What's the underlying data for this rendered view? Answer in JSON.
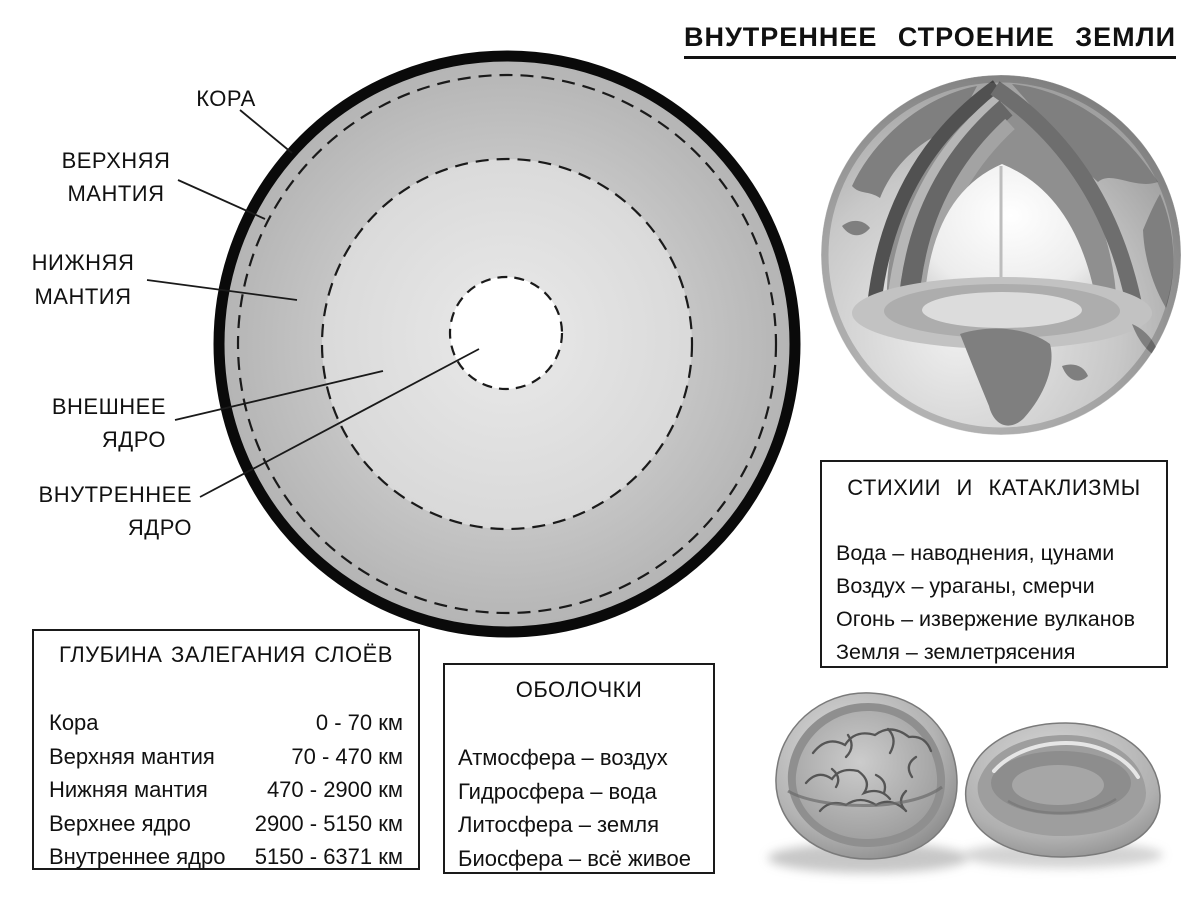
{
  "title": "ВНУТРЕННЕЕ СТРОЕНИЕ ЗЕМЛИ",
  "diagram": {
    "labels": {
      "crust": "КОРА",
      "upper_mantle": {
        "line1": "ВЕРХНЯЯ",
        "line2": "МАНТИЯ"
      },
      "lower_mantle": {
        "line1": "НИЖНЯЯ",
        "line2": "МАНТИЯ"
      },
      "outer_core": {
        "line1": "ВНЕШНЕЕ",
        "line2": "ЯДРО"
      },
      "inner_core": {
        "line1": "ВНУТРЕННЕЕ",
        "line2": "ЯДРО"
      }
    }
  },
  "depth_box": {
    "title": "ГЛУБИНА ЗАЛЕГАНИЯ СЛОЁВ",
    "rows": [
      {
        "layer": "Кора",
        "range": "0 - 70 км"
      },
      {
        "layer": "Верхняя мантия",
        "range": "70 - 470 км"
      },
      {
        "layer": "Нижняя мантия",
        "range": "470 - 2900 км"
      },
      {
        "layer": "Верхнее ядро",
        "range": "2900 - 5150 км"
      },
      {
        "layer": "Внутреннее ядро",
        "range": "5150 - 6371 км"
      }
    ]
  },
  "shells_box": {
    "title": "ОБОЛОЧКИ",
    "items": [
      "Атмосфера – воздух",
      "Гидросфера – вода",
      "Литосфера – земля",
      "Биосфера – всё живое"
    ]
  },
  "elements_box": {
    "title": "СТИХИИ И КАТАКЛИЗМЫ",
    "items": [
      "Вода – наводнения, цунами",
      "Воздух – ураганы, смерчи",
      "Огонь – извержение вулканов",
      "Земля – землетрясения"
    ]
  },
  "figures": {
    "globe": "earth-cutaway-globe",
    "walnut": "walnut-halves"
  },
  "colors": {
    "ink": "#111111",
    "crust_band": "#c2c2c2",
    "mantle_gray": "#bdbdbd",
    "outer_core_gray": "#e0e0e0",
    "inner_core_white": "#ffffff"
  }
}
